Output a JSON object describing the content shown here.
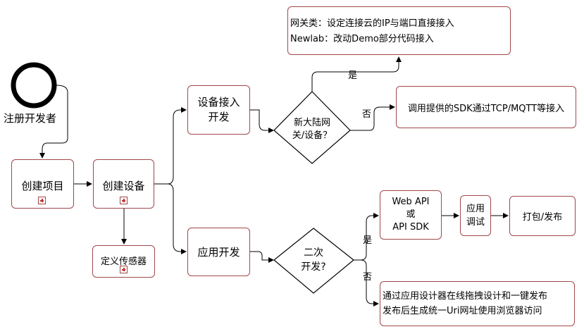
{
  "start": {
    "label": "注册开发者"
  },
  "tasks": {
    "create_project": "创建项目",
    "create_device": "创建设备",
    "define_sensor": "定义传感器",
    "device_access": [
      "设备接入",
      "开发"
    ],
    "app_dev": "应用开发",
    "web_api": [
      "Web API",
      "或",
      "API SDK"
    ],
    "app_debug": [
      "应用",
      "调试"
    ],
    "package_publish": "打包/发布"
  },
  "gateways": {
    "newland": [
      "新大陆网",
      "关/设备？"
    ],
    "secondary": [
      "二次",
      "开发?"
    ]
  },
  "notes": {
    "gateway_note": [
      "网关类：设定连接云的IP与端口直接接入",
      "Newlab：改动Demo部分代码接入"
    ],
    "sdk_note": "调用提供的SDK通过TCP/MQTT等接入",
    "designer_note": [
      "通过应用设计器在线拖拽设计和一键发布",
      "发布后生成统一Uri网址使用浏览器访问"
    ]
  },
  "edge_labels": {
    "yes": "是",
    "no": "否"
  },
  "colors": {
    "border": "#a0484a",
    "plus": "#c0302f",
    "line": "#000000"
  }
}
